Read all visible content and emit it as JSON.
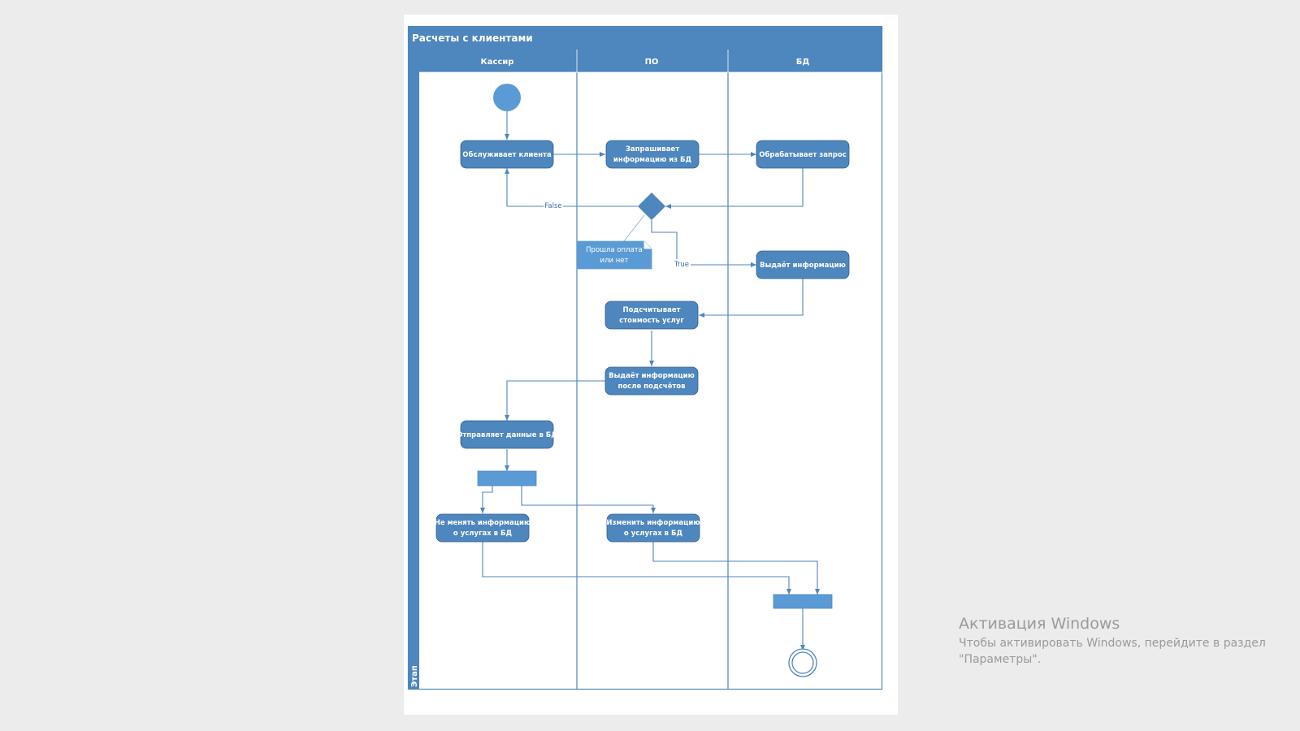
{
  "diagram": {
    "title": "Расчеты с клиентами",
    "stage_label": "Этап",
    "lanes": [
      "Кассир",
      "ПО",
      "БД"
    ],
    "nodes": {
      "serve_client": "Обслуживает клиента",
      "request_info_1": "Запрашивает",
      "request_info_2": "информацию из БД",
      "process_request": "Обрабатывает запрос",
      "issue_info": "Выдаёт информацию",
      "calc_cost_1": "Подсчитывает",
      "calc_cost_2": "стоимость услуг",
      "issue_after_1": "Выдаёт информацию",
      "issue_after_2": "после подсчётов",
      "send_data": "Отправляет данные в БД",
      "no_change_1": "Не менять информацию",
      "no_change_2": "о услугах в БД",
      "change_1": "Изменить информацию",
      "change_2": "о услугах в БД"
    },
    "note_1": "Прошла оплата",
    "note_2": "или нет",
    "edge_false": "False",
    "edge_true": "True",
    "colors": {
      "primary": "#4e86be",
      "light": "#5b9bd5",
      "stroke": "#2f5f94"
    }
  },
  "watermark": {
    "title": "Активация Windows",
    "line1": "Чтобы активировать Windows, перейдите в раздел",
    "line2": "\"Параметры\"."
  }
}
